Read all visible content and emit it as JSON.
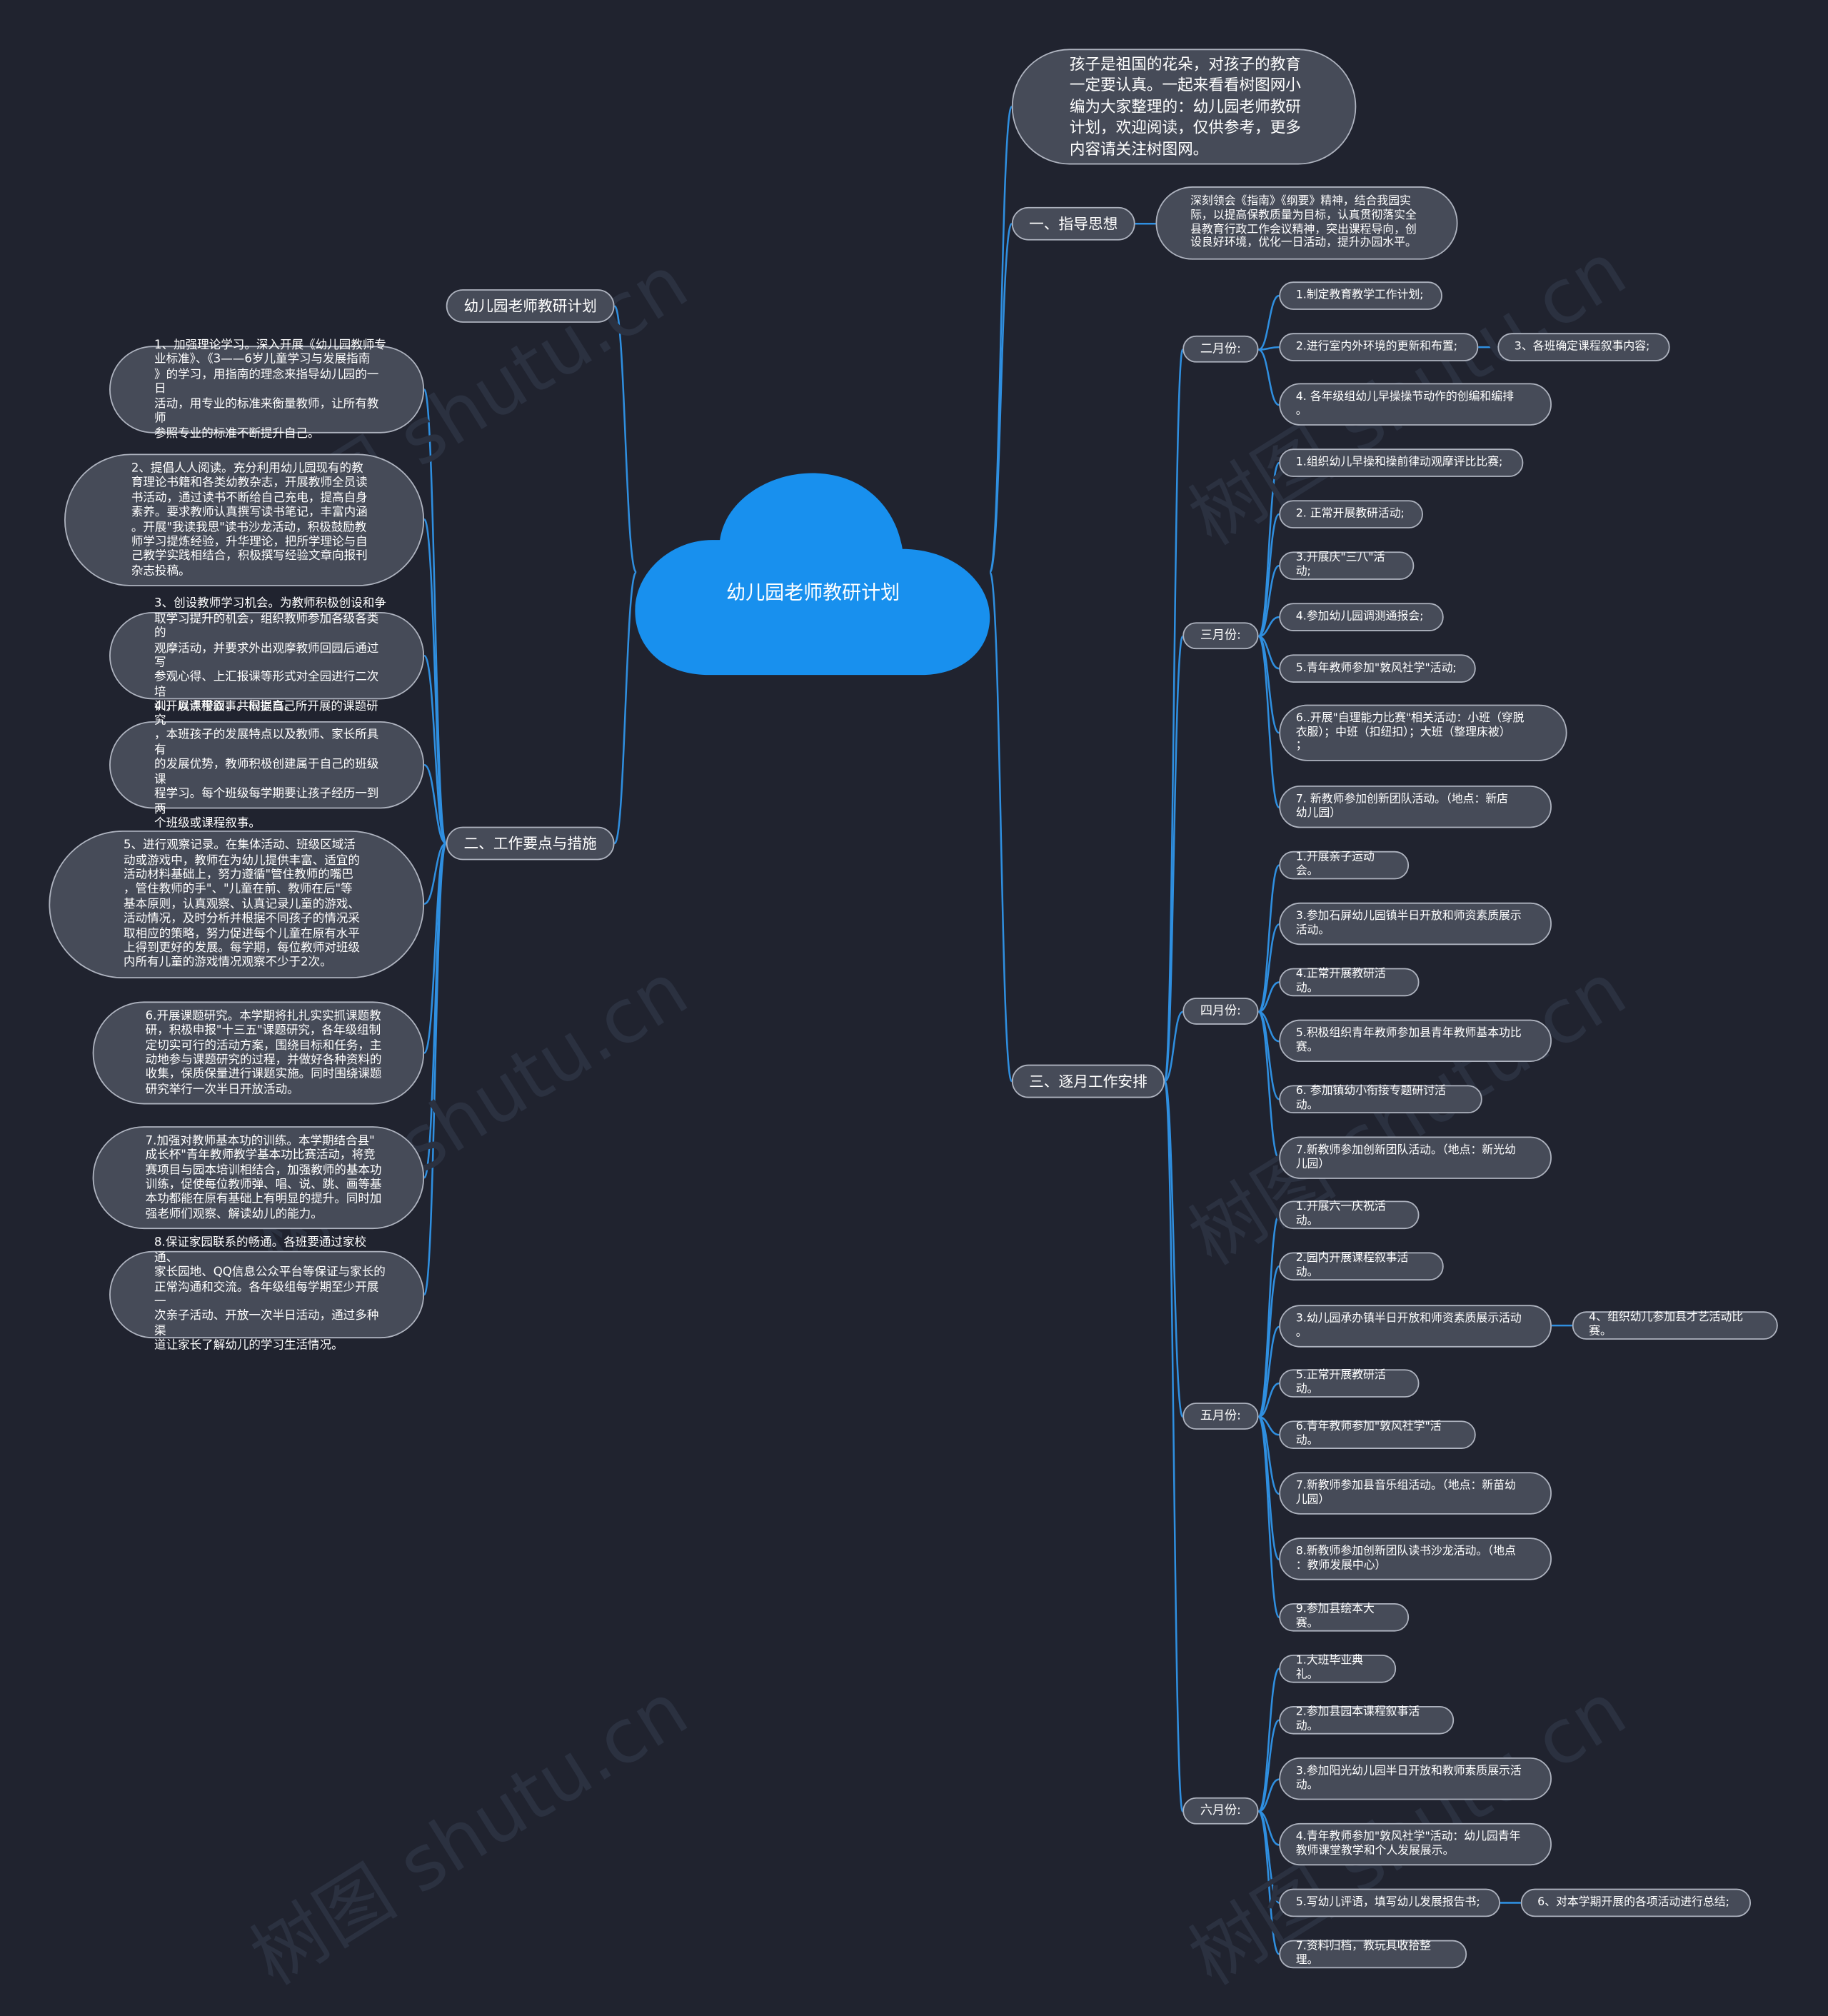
{
  "root": {
    "title": "幼儿园老师教研计划"
  },
  "left": {
    "title_branch": {
      "label": "幼儿园老师教研计划"
    },
    "work_branch": {
      "label": "二、工作要点与措施",
      "items": [
        "1、加强理论学习。深入开展《幼儿园教师专\n业标准》、《3——6岁儿童学习与发展指南\n》的学习，用指南的理念来指导幼儿园的一日\n活动，用专业的标准来衡量教师，让所有教师\n参照专业的标准不断提升自己。",
        "2、提倡人人阅读。充分利用幼儿园现有的教\n育理论书籍和各类幼教杂志，开展教师全员读\n书活动，通过读书不断给自己充电，提高自身\n素养。要求教师认真撰写读书笔记，丰富内涵\n。开展\"我读我思\"读书沙龙活动，积极鼓励教\n师学习提炼经验，升华理论，把所学理论与自\n己教学实践相结合，积极撰写经验文章向报刊\n杂志投稿。",
        "3、创设教师学习机会。为教师积极创设和争\n取学习提升的机会，组织教师参加各级各类的\n观摩活动，并要求外出观摩教师回园后通过写\n参观心得、上汇报课等形式对全园进行二次培\n训，以点带面，共同提高。",
        "4.开展课程叙事。根据自己所开展的课题研究\n，本班孩子的发展特点以及教师、家长所具有\n的发展优势，教师积极创建属于自己的班级课\n程学习。每个班级每学期要让孩子经历一到两\n个班级或课程叙事。",
        "5、进行观察记录。在集体活动、班级区域活\n动或游戏中，教师在为幼儿提供丰富、适宜的\n活动材料基础上，努力遵循\"管住教师的嘴巴\n，管住教师的手\"、\"儿童在前、教师在后\"等\n基本原则，认真观察、认真记录儿童的游戏、\n活动情况，及时分析并根据不同孩子的情况采\n取相应的策略，努力促进每个儿童在原有水平\n上得到更好的发展。每学期，每位教师对班级\n内所有儿童的游戏情况观察不少于2次。",
        "6.开展课题研究。本学期将扎扎实实抓课题教\n研，积极申报\"十三五\"课题研究，各年级组制\n定切实可行的活动方案，围绕目标和任务，主\n动地参与课题研究的过程，并做好各种资料的\n收集，保质保量进行课题实施。同时围绕课题\n研究举行一次半日开放活动。",
        "7.加强对教师基本功的训练。本学期结合县\"\n成长杯\"青年教师教学基本功比赛活动，将竞\n赛项目与园本培训相结合，加强教师的基本功\n训练，促使每位教师弹、唱、说、跳、画等基\n本功都能在原有基础上有明显的提升。同时加\n强老师们观察、解读幼儿的能力。",
        "8.保证家园联系的畅通。各班要通过家校通、\n家长园地、QQ信息公众平台等保证与家长的\n正常沟通和交流。各年级组每学期至少开展一\n次亲子活动、开放一次半日活动，通过多种渠\n道让家长了解幼儿的学习生活情况。"
      ]
    }
  },
  "right": {
    "intro": "孩子是祖国的花朵，对孩子的教育\n一定要认真。一起来看看树图网小\n编为大家整理的：幼儿园老师教研\n计划，欢迎阅读，仅供参考，更多\n内容请关注树图网。",
    "guide": {
      "label": "一、指导思想",
      "text": "深刻领会《指南》《纲要》精神，结合我园实\n际，以提高保教质量为目标，认真贯彻落实全\n县教育行政工作会议精神，突出课程导向，创\n设良好环境，优化一日活动，提升办园水平。"
    },
    "monthly": {
      "label": "三、逐月工作安排",
      "feb": {
        "label": "二月份:",
        "items": [
          "1.制定教育教学工作计划;",
          "2.进行室内外环境的更新和布置;",
          "4. 各年级组幼儿早操操节动作的创编和编排\n。"
        ],
        "extra": "3、各班确定课程叙事内容;"
      },
      "mar": {
        "label": "三月份:",
        "items": [
          "1.组织幼儿早操和操前律动观摩评比比赛;",
          "2. 正常开展教研活动;",
          "3.开展庆\"三八\"活动;",
          "4.参加幼儿园调测通报会;",
          "5.青年教师参加\"敦风社学\"活动;",
          "6..开展\"自理能力比赛\"相关活动：小班（穿脱\n衣服）；中班（扣纽扣）；大班（整理床被）\n；",
          "7. 新教师参加创新团队活动。（地点：新店\n幼儿园）"
        ]
      },
      "apr": {
        "label": "四月份:",
        "items": [
          "1.开展亲子运动会。",
          "3.参加石屏幼儿园镇半日开放和师资素质展示\n活动。",
          "4.正常开展教研活动。",
          "5.积极组织青年教师参加县青年教师基本功比\n赛。",
          "6. 参加镇幼小衔接专题研讨活动。",
          "7.新教师参加创新团队活动。（地点：新光幼\n儿园）"
        ]
      },
      "may": {
        "label": "五月份:",
        "items": [
          "1.开展六一庆祝活动。",
          "2.园内开展课程叙事活动。",
          "3.幼儿园承办镇半日开放和师资素质展示活动\n。",
          "5.正常开展教研活动。",
          "6.青年教师参加\"敦风社学\"活动。",
          "7.新教师参加县音乐组活动。（地点：新苗幼\n儿园）",
          "8.新教师参加创新团队读书沙龙活动。（地点\n：教师发展中心）",
          "9.参加县绘本大赛。"
        ],
        "extra": "4、组织幼儿参加县才艺活动比赛。"
      },
      "jun": {
        "label": "六月份:",
        "items": [
          "1.大班毕业典礼。",
          "2.参加县园本课程叙事活动。",
          "3.参加阳光幼儿园半日开放和教师素质展示活\n动。",
          "4.青年教师参加\"敦风社学\"活动：幼儿园青年\n教师课堂教学和个人发展展示。",
          "5.写幼儿评语，填写幼儿发展报告书;",
          "7.资料归档，教玩具收拾整理。"
        ],
        "extra": "6、对本学期开展的各项活动进行总结;"
      }
    }
  },
  "colors": {
    "background": "#20232f",
    "node_fill": "#464b58",
    "node_border": "#aeb3bf",
    "line": "#2f8fe0",
    "root_fill": "#1890ee"
  }
}
